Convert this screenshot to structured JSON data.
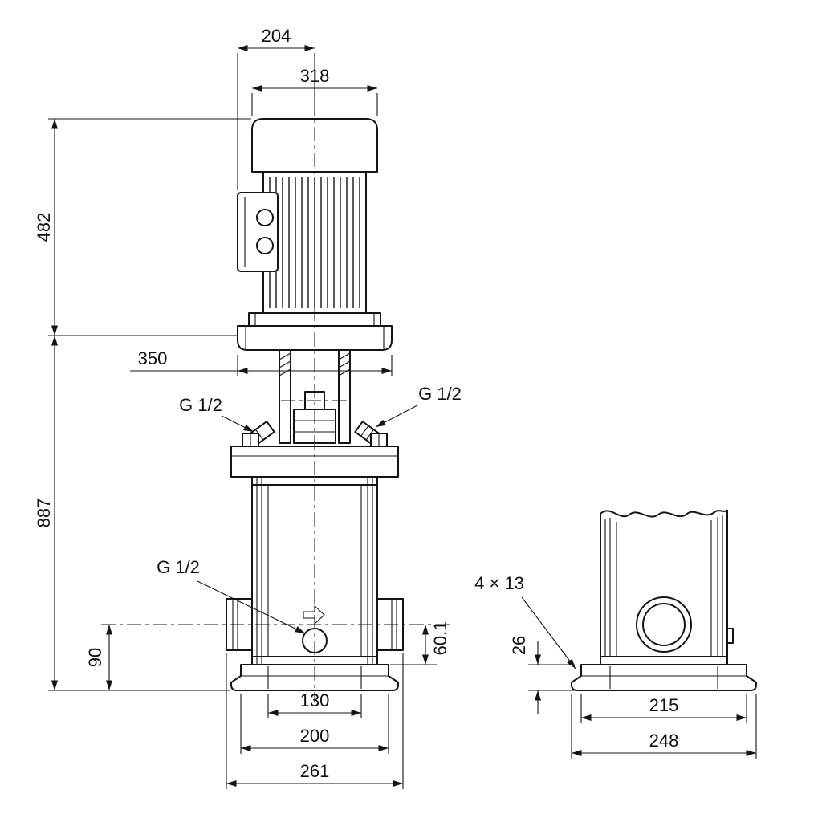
{
  "main_view": {
    "dim_centerline_to_box": "204",
    "dim_motor_width": "318",
    "dim_motor_height": "482",
    "dim_flange_width": "350",
    "dim_pump_height": "887",
    "dim_port_height": "90",
    "dim_port_to_base": "60.1",
    "dim_base_inner": "130",
    "dim_base_mid": "200",
    "dim_base_overall": "261",
    "plug_left": "G 1/2",
    "plug_right": "G 1/2",
    "plug_drain": "G 1/2"
  },
  "side_view": {
    "dim_base_height": "26",
    "dim_base_width": "215",
    "dim_base_overall": "248",
    "foot_holes": "4 × 13"
  },
  "colors": {
    "line": "#141414",
    "background": "#ffffff"
  }
}
